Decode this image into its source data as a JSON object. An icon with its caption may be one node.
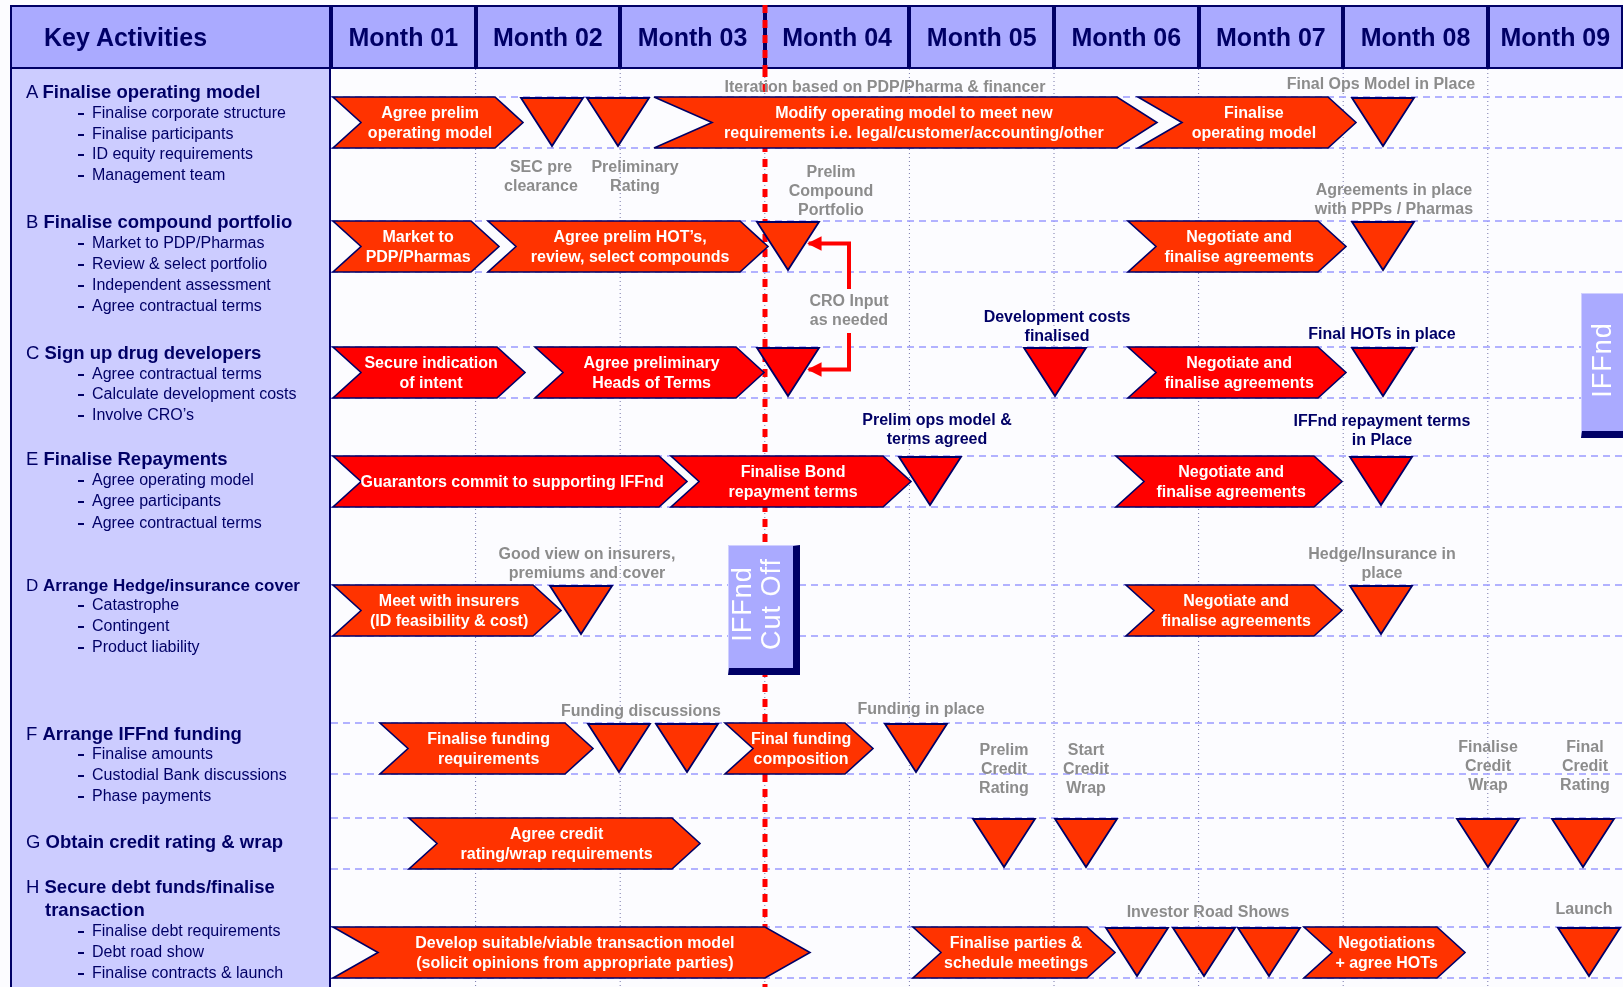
{
  "diagram": {
    "nodes": [
      {
        "text": [
          "Key Activities"
        ]
      },
      {
        "text": [
          "Month 01"
        ]
      },
      {
        "text": [
          "Month 02"
        ]
      },
      {
        "text": [
          "Month 03"
        ]
      },
      {
        "text": [
          "Month 04"
        ]
      },
      {
        "text": [
          "Month 05"
        ]
      },
      {
        "text": [
          "Month 06"
        ]
      },
      {
        "text": [
          "Month 07"
        ]
      },
      {
        "text": [
          "Month 08"
        ]
      },
      {
        "text": [
          "Month 09"
        ]
      },
      {
        "text": [
          "A **Finalise operating model**",
          "Finalise corporate structure",
          "Finalise participants",
          "ID equity requirements",
          "Management team",
          "B **Finalise compound portfolio**",
          "Market to PDP/Pharmas",
          "Review & select portfolio",
          "Independent assessment",
          "Agree contractual terms",
          "C **Sign up drug developers**",
          "Agree contractual terms",
          "Calculate development costs",
          "Involve CRO’s",
          "E **Finalise Repayments**",
          "Agree operating model",
          "Agree participants",
          "Agree contractual terms",
          "D **Arrange Hedge/insurance cover**",
          "Catastrophe",
          "Contingent",
          "Product liability",
          "F **Arrange IFFnd funding**",
          "Finalise amounts",
          "Custodial Bank discussions",
          "Phase payments",
          "G **Obtain credit rating & wrap**",
          "H **Secure debt funds/finalise transaction**",
          "Finalise debt requirements",
          "Debt road show",
          "Finalise contracts & launch"
        ]
      },
      {
        "text": [
          "Agree prelim operating model"
        ]
      },
      {
        "text": [],
        "shape": "triangle",
        "beside": [
          "SEC pre clearance"
        ]
      },
      {
        "text": [],
        "shape": "triangle",
        "beside": [
          "Preliminary Rating"
        ]
      },
      {
        "text": [
          "Modify operating model to meet new requirements i.e. legal/customer/accounting/other"
        ]
      },
      {
        "text": [
          "Finalise operating model"
        ]
      },
      {
        "text": [],
        "shape": "triangle",
        "beside": [
          "Final Ops Model in Place"
        ]
      },
      {
        "text": [
          "Market to PDP/Pharmas"
        ]
      },
      {
        "text": [
          "Agree prelim HOT’s, review, select compounds"
        ]
      },
      {
        "text": [],
        "shape": "triangle",
        "beside": [
          "Prelim Compound Portfolio"
        ]
      },
      {
        "text": [
          "Negotiate and finalise agreements"
        ]
      },
      {
        "text": [],
        "shape": "triangle",
        "beside": [
          "Agreements in place with PPPs / Pharmas"
        ]
      },
      {
        "text": [
          "Secure indication of intent"
        ]
      },
      {
        "text": [
          "Agree preliminary Heads of Terms"
        ]
      },
      {
        "text": [],
        "shape": "triangle"
      },
      {
        "text": [
          "CRO Input as needed"
        ]
      },
      {
        "text": [],
        "shape": "triangle",
        "beside": [
          "Development costs finalised"
        ]
      },
      {
        "text": [
          "Negotiate and finalise agreements"
        ]
      },
      {
        "text": [],
        "shape": "triangle",
        "beside": [
          "Final HOTs in place"
        ]
      },
      {
        "text": [
          "Guarantors commit to supporting IFFnd"
        ]
      },
      {
        "text": [
          "Finalise Bond repayment terms"
        ]
      },
      {
        "text": [],
        "shape": "triangle",
        "beside": [
          "Prelim ops model & terms agreed"
        ]
      },
      {
        "text": [
          "Negotiate and finalise agreements"
        ]
      },
      {
        "text": [],
        "shape": "triangle",
        "beside": [
          "IFFnd repayment terms in Place"
        ]
      },
      {
        "text": [
          "Meet with insurers (ID feasibility & cost)"
        ]
      },
      {
        "text": [],
        "shape": "triangle",
        "beside": [
          "Good view on insurers, premiums and cover"
        ]
      },
      {
        "text": [
          "IFFnd Cut Off"
        ]
      },
      {
        "text": [
          "Negotiate and finalise agreements"
        ]
      },
      {
        "text": [],
        "shape": "triangle",
        "beside": [
          "Hedge/Insurance in place"
        ]
      },
      {
        "text": [
          "IFFnd"
        ]
      },
      {
        "text": [
          "Finalise funding requirements"
        ]
      },
      {
        "text": [],
        "shape": "triangle"
      },
      {
        "text": [],
        "shape": "triangle"
      },
      {
        "text": [
          "Final funding composition"
        ]
      },
      {
        "text": [],
        "shape": "triangle",
        "beside": [
          "Funding in place"
        ]
      },
      {
        "text": [
          "Agree credit rating/wrap requirements"
        ]
      },
      {
        "text": [],
        "shape": "triangle",
        "beside": [
          "Prelim Credit Rating"
        ]
      },
      {
        "text": [],
        "shape": "triangle",
        "beside": [
          "Start Credit Wrap"
        ]
      },
      {
        "text": [],
        "shape": "triangle",
        "beside": [
          "Finalise Credit Wrap"
        ]
      },
      {
        "text": [],
        "shape": "triangle",
        "beside": [
          "Final Credit Rating"
        ]
      },
      {
        "text": [
          "Develop suitable/viable transaction model (solicit opinions from appropriate parties)"
        ]
      },
      {
        "text": [
          "Finalise parties & schedule meetings"
        ]
      },
      {
        "text": [],
        "shape": "triangle"
      },
      {
        "text": [],
        "shape": "triangle"
      },
      {
        "text": [],
        "shape": "triangle"
      },
      {
        "text": [
          "Negotiations + agree HOTs"
        ]
      },
      {
        "text": [],
        "shape": "triangle",
        "beside": [
          "Launch"
        ]
      }
    ],
    "edges": [
      {
        "from": 25,
        "to": 19,
        "arrow": "to"
      },
      {
        "from": 25,
        "to": 24,
        "arrow": "to"
      }
    ],
    "labels": [
      "Iteration based on PDP/Pharma & financer",
      "Funding discussions",
      "Investor Road Shows"
    ]
  }
}
